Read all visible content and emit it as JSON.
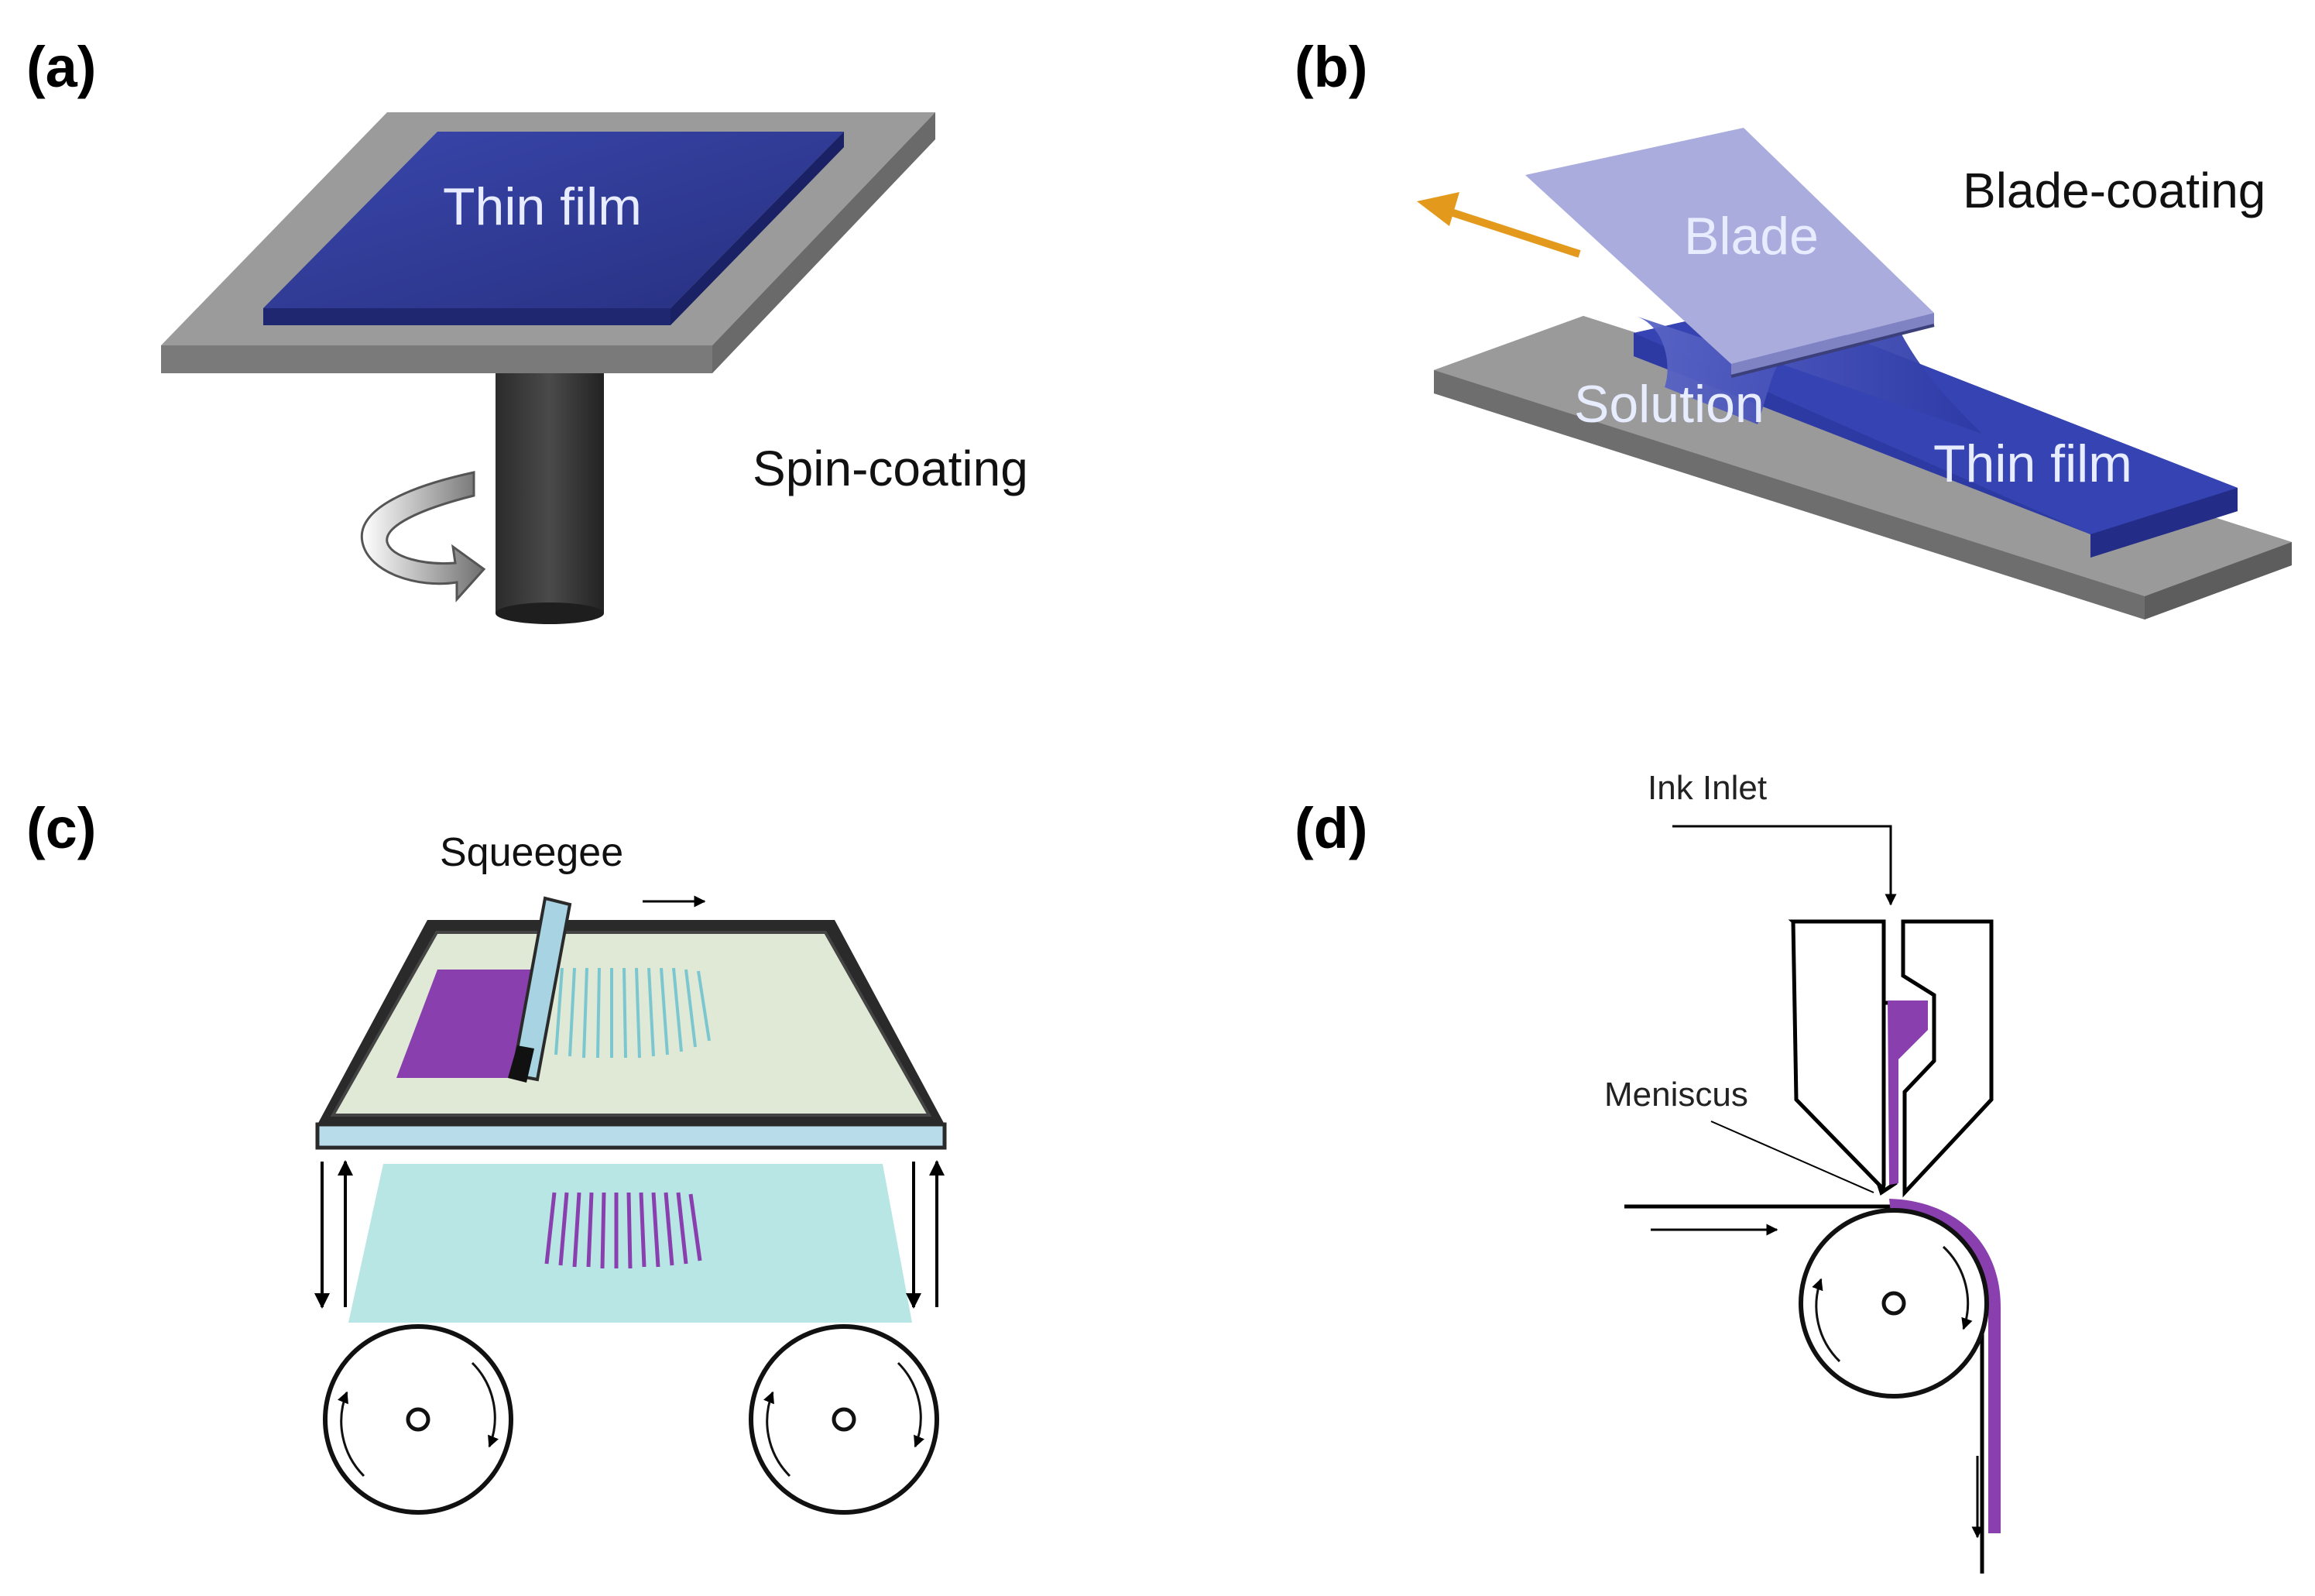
{
  "figure": {
    "colors": {
      "film_blue": "#2e3a9a",
      "frame_gray": "#8c8c8c",
      "blade_lavender": "#a9acdc",
      "arrow_orange": "#e39a1c",
      "ink_purple": "#8a3fae",
      "screen_cyan": "#b8e6e4",
      "screen_green": "#dfe9d6"
    },
    "panels": [
      {
        "label": "(a)",
        "title": "Spin-coating",
        "film_label": "Thin film"
      },
      {
        "label": "(b)",
        "title": "Blade-coating",
        "blade_label": "Blade",
        "solution_label": "Solution",
        "film_label": "Thin film"
      },
      {
        "label": "(c)",
        "squeegee_label": "Squeegee"
      },
      {
        "label": "(d)",
        "inlet_label": "Ink Inlet",
        "meniscus_label": "Meniscus"
      }
    ]
  }
}
